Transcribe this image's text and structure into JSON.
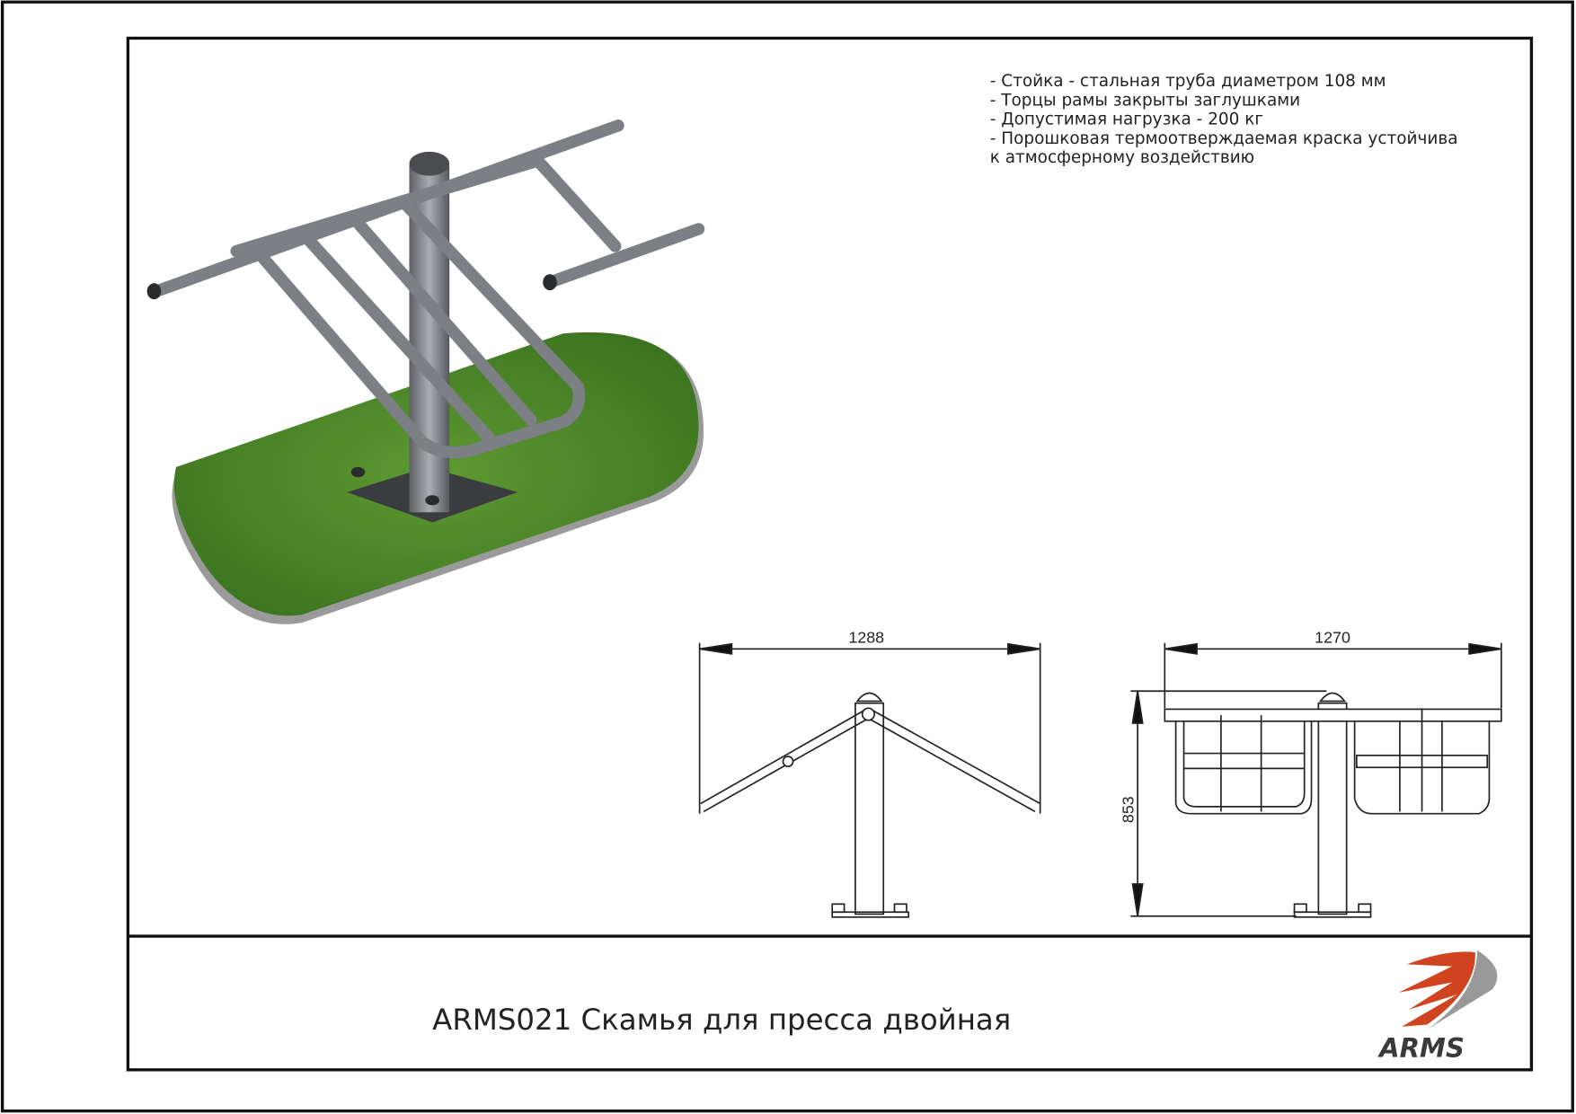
{
  "specs": [
    "- Стойка - стальная труба диаметром 108 мм",
    "- Торцы рамы закрыты заглушками",
    "- Допустимая нагрузка - 200 кг",
    "- Порошковая термоотверждаемая краска устойчива",
    "к атмосферному воздействию"
  ],
  "dimensions": {
    "side_width": "1288",
    "front_width": "1270",
    "height": "853"
  },
  "title": "ARMS021 Скамья для пресса двойная",
  "logo": {
    "text": "ARMS",
    "color": "#d0431f"
  },
  "colors": {
    "grass": "#4f8a2a",
    "steel": "#8c8f93",
    "frame": "#111111"
  }
}
